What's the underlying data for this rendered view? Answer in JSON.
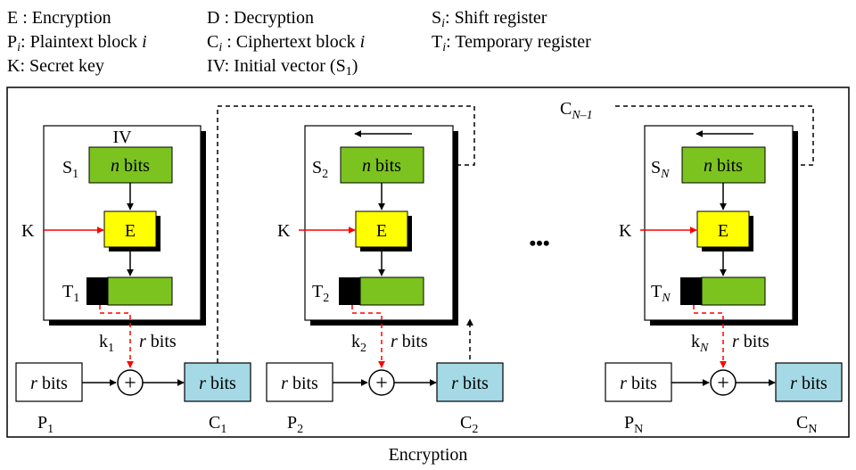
{
  "legend": {
    "e": {
      "sym": "E",
      "sep": " : ",
      "desc": "Encryption"
    },
    "d": {
      "sym": "D",
      "sep": " :  ",
      "desc": "Decryption"
    },
    "s": {
      "sym": "S",
      "sub": "i",
      "sep": ": ",
      "desc": "Shift register"
    },
    "p": {
      "sym": "P",
      "sub": "i",
      "sep": ": ",
      "desc": "Plaintext block ",
      "var": "i"
    },
    "c": {
      "sym": "C",
      "sub": "i",
      "sep": " :  ",
      "desc": "Ciphertext block ",
      "var": "i"
    },
    "t": {
      "sym": "T",
      "sub": "i",
      "sep": ": ",
      "desc": "Temporary register"
    },
    "k": {
      "text": "K: Secret key"
    },
    "iv": {
      "text": "IV: Initial vector (S",
      "sub": "1",
      "close": ")"
    }
  },
  "common": {
    "key": "K",
    "enc": "E",
    "n_var": "n",
    "bits": " bits",
    "r_var": "r",
    "k_sym": "k",
    "s_sym": "S",
    "t_sym": "T",
    "p_sym": "P",
    "c_sym": "C",
    "xor": "+",
    "ellipsis": "•••"
  },
  "stages": [
    {
      "sub": "1",
      "italic_sub": false,
      "iv_label": "IV",
      "p_sub": "1",
      "c_sub": "1"
    },
    {
      "sub": "2",
      "italic_sub": false,
      "p_sub": "2",
      "c_sub": "2"
    },
    {
      "sub": "N",
      "italic_sub": true,
      "p_sub": "N",
      "c_sub": "N"
    }
  ],
  "feedback_label": {
    "sym": "C",
    "sub": "N–1"
  },
  "caption": "Encryption",
  "colors": {
    "green": "#7cc31f",
    "yellow": "#ffff00",
    "cipher_blue": "#a4d9e5",
    "key_arrow": "#ff0000",
    "register_black": "#000000"
  }
}
